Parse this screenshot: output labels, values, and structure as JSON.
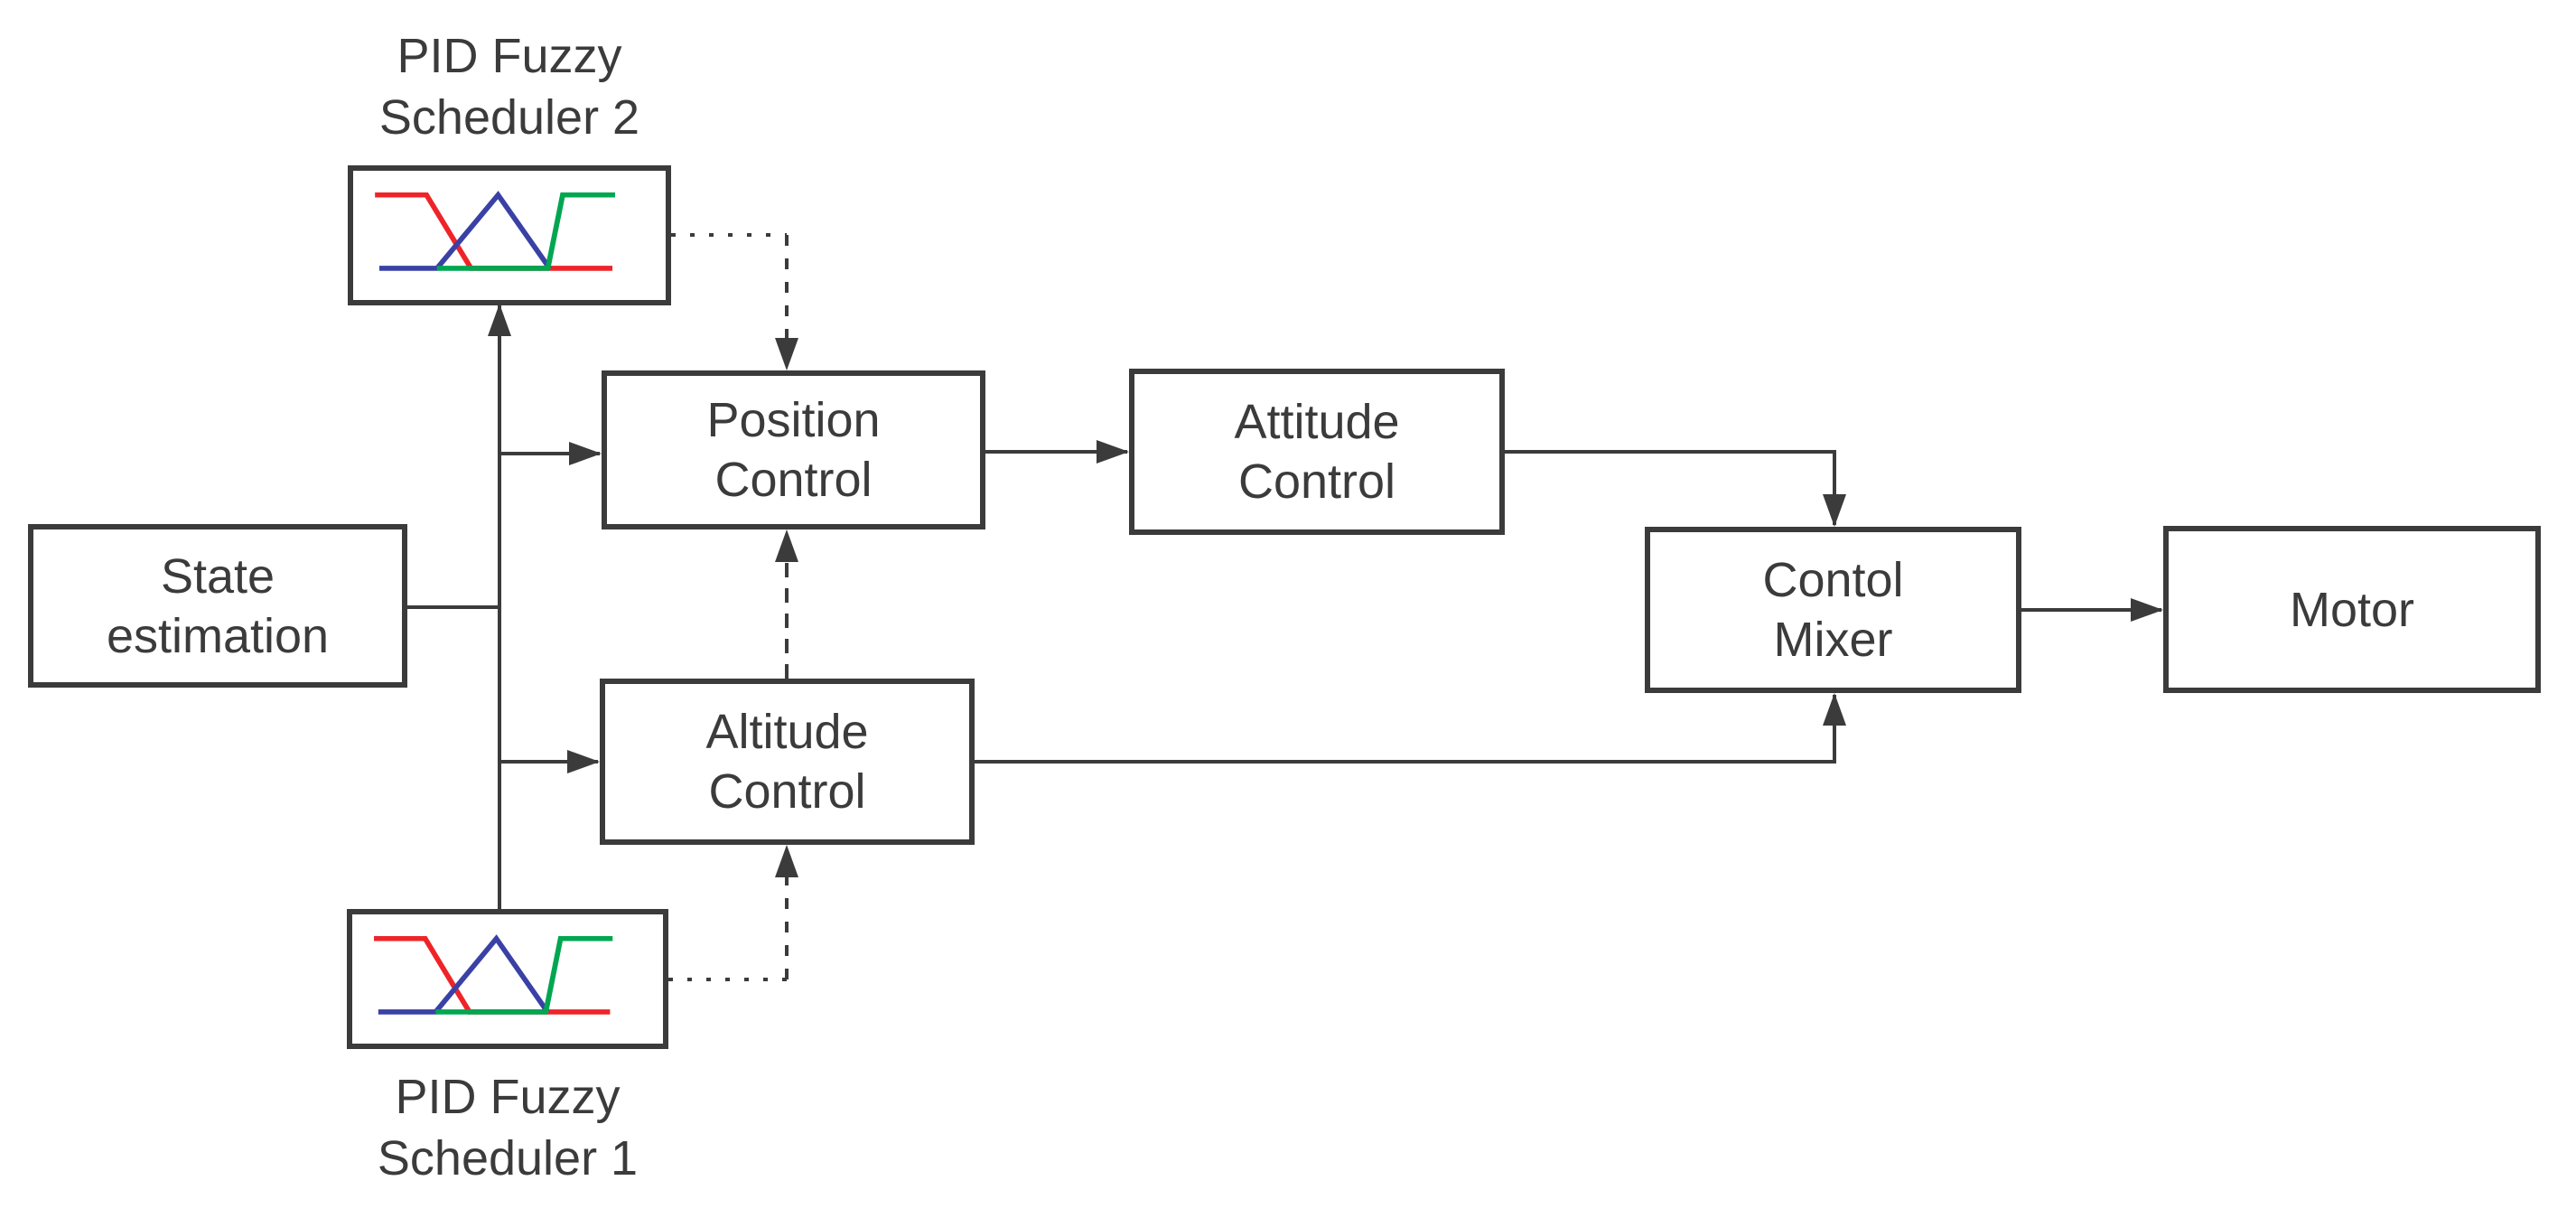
{
  "diagram": {
    "title": "PID fuzzy scheduling quadrotor control block diagram",
    "nodes": {
      "scheduler2_label": {
        "line1": "PID Fuzzy",
        "line2": "Scheduler 2"
      },
      "scheduler1_label": {
        "line1": "PID Fuzzy",
        "line2": "Scheduler 1"
      },
      "state_estimation": {
        "line1": "State",
        "line2": "estimation"
      },
      "position_control": {
        "line1": "Position",
        "line2": "Control"
      },
      "attitude_control": {
        "line1": "Attitude",
        "line2": "Control"
      },
      "altitude_control": {
        "line1": "Altitude",
        "line2": "Control"
      },
      "control_mixer": {
        "line1": "Contol",
        "line2": "Mixer"
      },
      "motor": {
        "label": "Motor"
      }
    },
    "edges": [
      {
        "from": "state_estimation",
        "to": "trunk-junction",
        "style": "solid"
      },
      {
        "from": "trunk-junction",
        "to": "pid_fuzzy_scheduler_2",
        "style": "solid-arrow"
      },
      {
        "from": "pid_fuzzy_scheduler_1",
        "to": "trunk-junction",
        "style": "solid"
      },
      {
        "from": "trunk-junction",
        "to": "position_control",
        "style": "solid-arrow"
      },
      {
        "from": "trunk-junction",
        "to": "altitude_control",
        "style": "solid-arrow"
      },
      {
        "from": "position_control",
        "to": "attitude_control",
        "style": "solid-arrow"
      },
      {
        "from": "attitude_control",
        "to": "control_mixer",
        "style": "solid-arrow"
      },
      {
        "from": "altitude_control",
        "to": "control_mixer",
        "style": "solid-arrow"
      },
      {
        "from": "control_mixer",
        "to": "motor",
        "style": "solid-arrow"
      },
      {
        "from": "pid_fuzzy_scheduler_2",
        "to": "position_control",
        "style": "dotted-arrow"
      },
      {
        "from": "pid_fuzzy_scheduler_1",
        "to": "altitude_control",
        "style": "dotted-arrow"
      },
      {
        "from": "altitude_control",
        "to": "position_control",
        "style": "dashed-arrow"
      }
    ],
    "fuzzy_plot": {
      "type": "line",
      "description": "Fuzzy membership functions: red left shoulder, blue triangle, green right shoulder",
      "series": [
        {
          "name": "red-membership",
          "color_key": "fuzzy_red",
          "points": [
            [
              25,
              29
            ],
            [
              84,
              29
            ],
            [
              135,
              117
            ],
            [
              297,
              117
            ]
          ]
        },
        {
          "name": "blue-membership",
          "color_key": "fuzzy_blue",
          "points": [
            [
              30,
              117
            ],
            [
              96,
              117
            ],
            [
              166,
              29
            ],
            [
              225,
              117
            ]
          ]
        },
        {
          "name": "green-membership",
          "color_key": "fuzzy_green",
          "points": [
            [
              96,
              117
            ],
            [
              223,
              117
            ],
            [
              240,
              29
            ],
            [
              300,
              29
            ]
          ]
        }
      ]
    },
    "colors": {
      "line": "#3b3b3b",
      "text": "#3b3b3b",
      "box_border": "#3b3b3b",
      "background": "#ffffff",
      "fuzzy_red": "#ee2429",
      "fuzzy_blue": "#3a41a5",
      "fuzzy_green": "#00a650"
    }
  }
}
